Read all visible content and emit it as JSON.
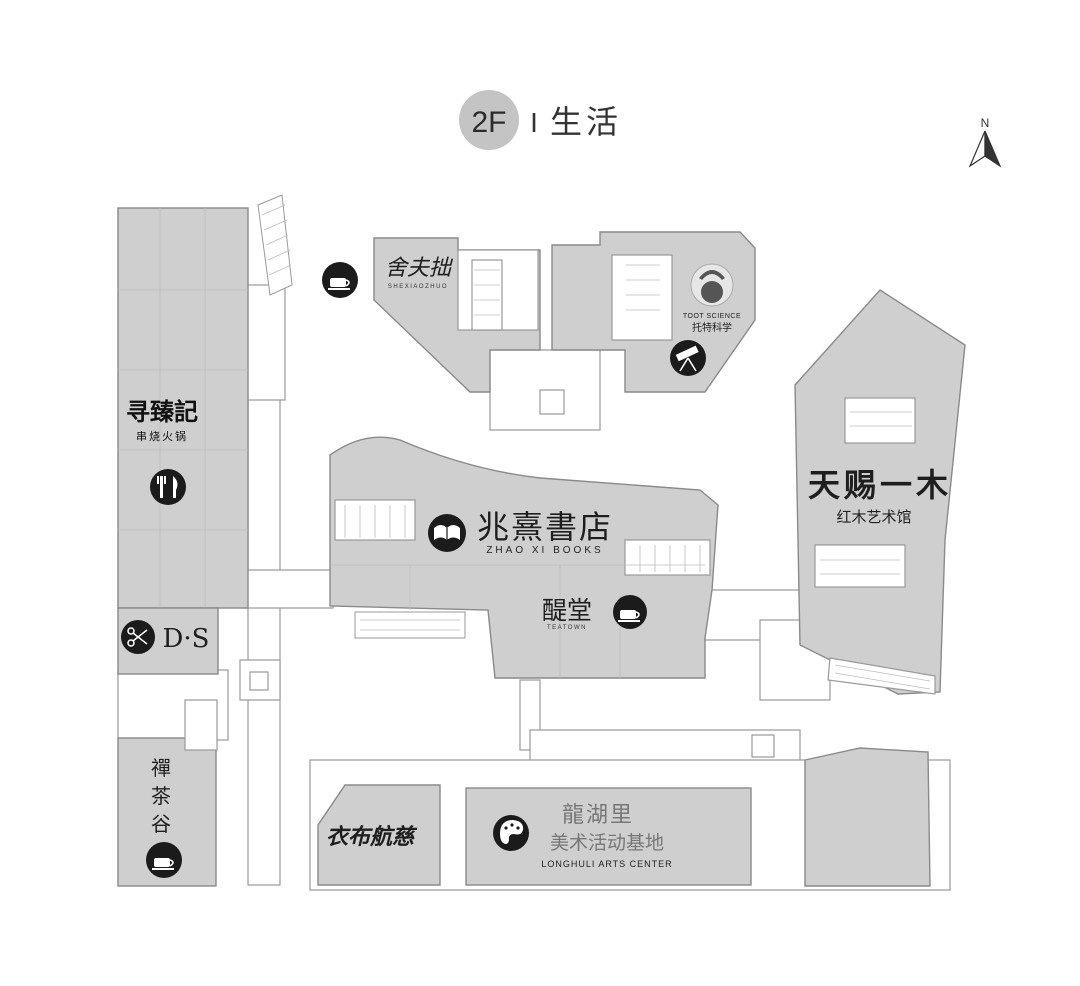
{
  "header": {
    "floor": "2F",
    "separator": "I",
    "title": "生活"
  },
  "compass": {
    "label": "N"
  },
  "stores": {
    "shexiaozhuo": {
      "name": "舍夫拙",
      "sub": "SHEXIAOZHUO"
    },
    "toot": {
      "name_en": "TOOT SCIENCE",
      "name_cn": "托特科学"
    },
    "tianci": {
      "name": "天赐一木",
      "sub": "红木艺术馆"
    },
    "zhaoxi": {
      "name": "兆熹書店",
      "sub": "ZHAO XI BOOKS"
    },
    "tingtang": {
      "name": "醍堂",
      "sub": "TEATOWN"
    },
    "xunzhenji": {
      "name": "寻臻記",
      "sub": "串烧火锅"
    },
    "ds": {
      "name": "D·S"
    },
    "chanchagu": {
      "name": [
        "禪",
        "茶",
        "谷"
      ]
    },
    "yibuhang": {
      "name": "衣布航慈"
    },
    "longhuli": {
      "name": "龍湖里",
      "name2": "美术活动基地",
      "sub": "LONGHULI ARTS CENTER"
    }
  },
  "icons": [
    "coffee-icon",
    "telescope-icon",
    "fork-knife-icon",
    "scissors-icon",
    "book-icon",
    "palette-icon",
    "kettlebell-icon",
    "compass-arrow-icon"
  ]
}
